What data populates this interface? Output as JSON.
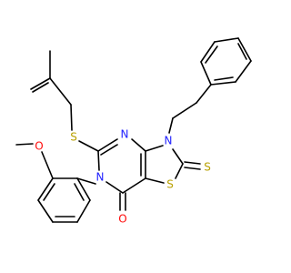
{
  "colors": {
    "carbon": "#000000",
    "nitrogen": "#1f1fff",
    "oxygen": "#ff0d0d",
    "sulfur": "#b8a000"
  },
  "atoms": {
    "o_methoxy": "O",
    "s_thioether": "S",
    "n_pyrimidine": "N",
    "n_thiazole": "N",
    "n_pyrimidinone": "N",
    "s_thione": "S",
    "s_thiazole": "S",
    "o_carbonyl": "O"
  }
}
